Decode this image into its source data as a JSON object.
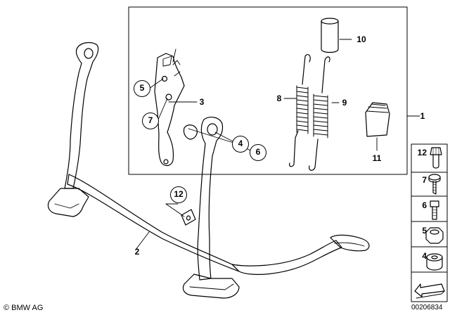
{
  "callouts": {
    "c1": "1",
    "c2": "2",
    "c3": "3",
    "c4": "4",
    "c5": "5",
    "c6": "6",
    "c7": "7",
    "c8": "8",
    "c9": "9",
    "c10": "10",
    "c11": "11",
    "c12": "12"
  },
  "side_panel": {
    "items": [
      {
        "num": "12",
        "icon": "knurled-nut-icon"
      },
      {
        "num": "7",
        "icon": "pan-head-screw-icon"
      },
      {
        "num": "6",
        "icon": "hex-bolt-icon"
      },
      {
        "num": "5",
        "icon": "hex-nut-icon"
      },
      {
        "num": "4",
        "icon": "spacer-ring-icon"
      }
    ]
  },
  "footer": {
    "brand": "© BMW AG",
    "diagram_number": "00206834"
  }
}
